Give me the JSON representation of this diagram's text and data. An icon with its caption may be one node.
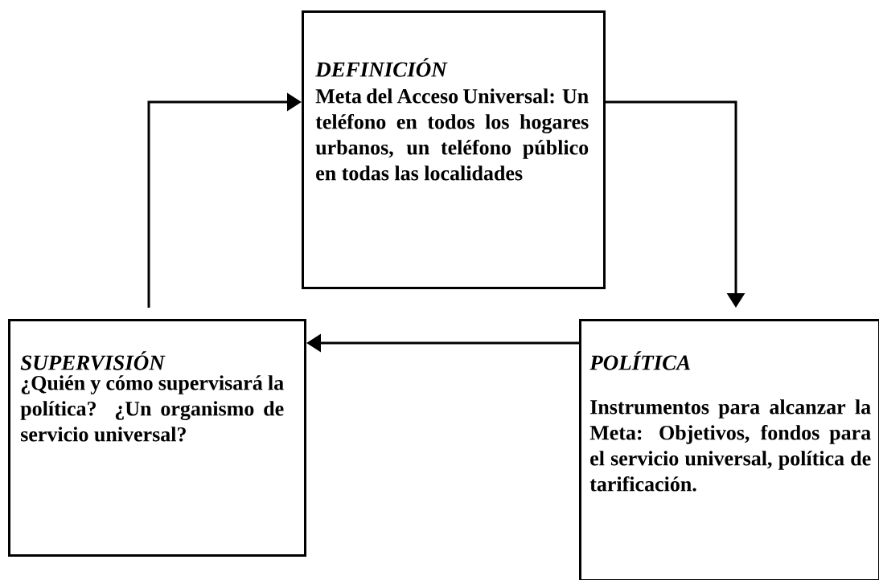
{
  "diagram": {
    "nodes": [
      {
        "text": [
          "DEFINICIÓN",
          "Meta del Acceso Universal: Un teléfono en todos los hogares urbanos, un teléfono público en todas las localidades"
        ]
      },
      {
        "text": [
          "POLÍTICA",
          "Instrumentos para alcanzar la Meta: Objetivos, fondos para el servicio universal, política de tarificación."
        ]
      },
      {
        "text": [
          "SUPERVISIÓN",
          "¿Quién y cómo supervisará la política? ¿Un organismo de servicio universal?"
        ]
      }
    ],
    "edges": [
      {
        "from": 0,
        "to": 1,
        "arrow": "to"
      },
      {
        "from": 1,
        "to": 2,
        "arrow": "to"
      },
      {
        "from": 2,
        "to": 0,
        "arrow": "to"
      }
    ]
  }
}
